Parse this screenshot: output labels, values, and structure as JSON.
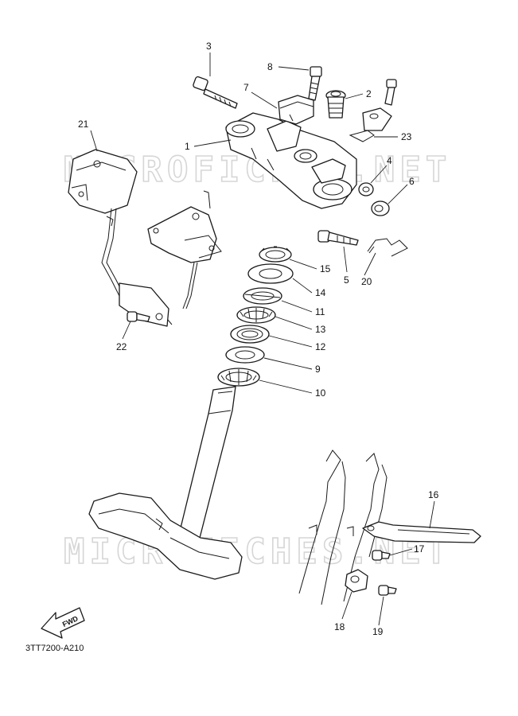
{
  "diagram": {
    "code": "3TT7200-A210",
    "watermark": "MICROFICHES.NET",
    "fwd_label": "FWD",
    "callouts": [
      "1",
      "2",
      "3",
      "4",
      "5",
      "6",
      "7",
      "8",
      "9",
      "10",
      "11",
      "12",
      "13",
      "14",
      "15",
      "16",
      "17",
      "18",
      "19",
      "20",
      "21",
      "22",
      "23"
    ]
  }
}
